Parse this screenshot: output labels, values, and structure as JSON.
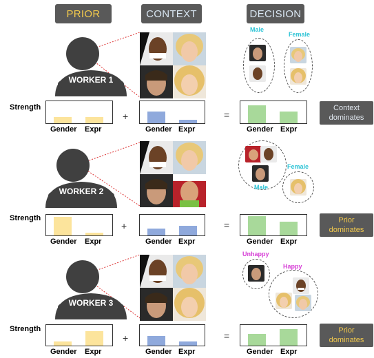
{
  "headers": {
    "prior": "PRIOR",
    "context": "CONTEXT",
    "decision": "DECISION"
  },
  "strength_label": "Strength",
  "axis": {
    "gender": "Gender",
    "expr": "Expr"
  },
  "operators": {
    "plus": "+",
    "equals": "="
  },
  "colors": {
    "prior_bar": "#fce49c",
    "context_bar": "#8fa9dc",
    "decision_bar": "#a8d99a",
    "header_bg": "#595959",
    "prior_text": "#f2c94c",
    "cluster_cyan": "#2ec4d6",
    "cluster_magenta": "#d63fd6"
  },
  "rows": [
    {
      "worker": "WORKER 1",
      "prior": {
        "gender": 0.3,
        "expr": 0.3
      },
      "context": {
        "gender": 0.55,
        "expr": 0.15
      },
      "decision": {
        "gender": 0.85,
        "expr": 0.55
      },
      "verdict_line1": "Context",
      "verdict_line2": "dominates",
      "verdict_type": "context",
      "clusters": [
        "Male",
        "Female"
      ]
    },
    {
      "worker": "WORKER 2",
      "prior": {
        "gender": 0.95,
        "expr": 0.15
      },
      "context": {
        "gender": 0.35,
        "expr": 0.5
      },
      "decision": {
        "gender": 1.0,
        "expr": 0.7
      },
      "verdict_line1": "Prior",
      "verdict_line2": "dominates",
      "verdict_type": "prior",
      "clusters": [
        "Male",
        "Female"
      ]
    },
    {
      "worker": "WORKER 3",
      "prior": {
        "gender": 0.2,
        "expr": 0.75
      },
      "context": {
        "gender": 0.5,
        "expr": 0.2
      },
      "decision": {
        "gender": 0.6,
        "expr": 0.85
      },
      "verdict_line1": "Prior",
      "verdict_line2": "dominates",
      "verdict_type": "prior",
      "clusters": [
        "Unhappy",
        "Happy"
      ]
    }
  ]
}
